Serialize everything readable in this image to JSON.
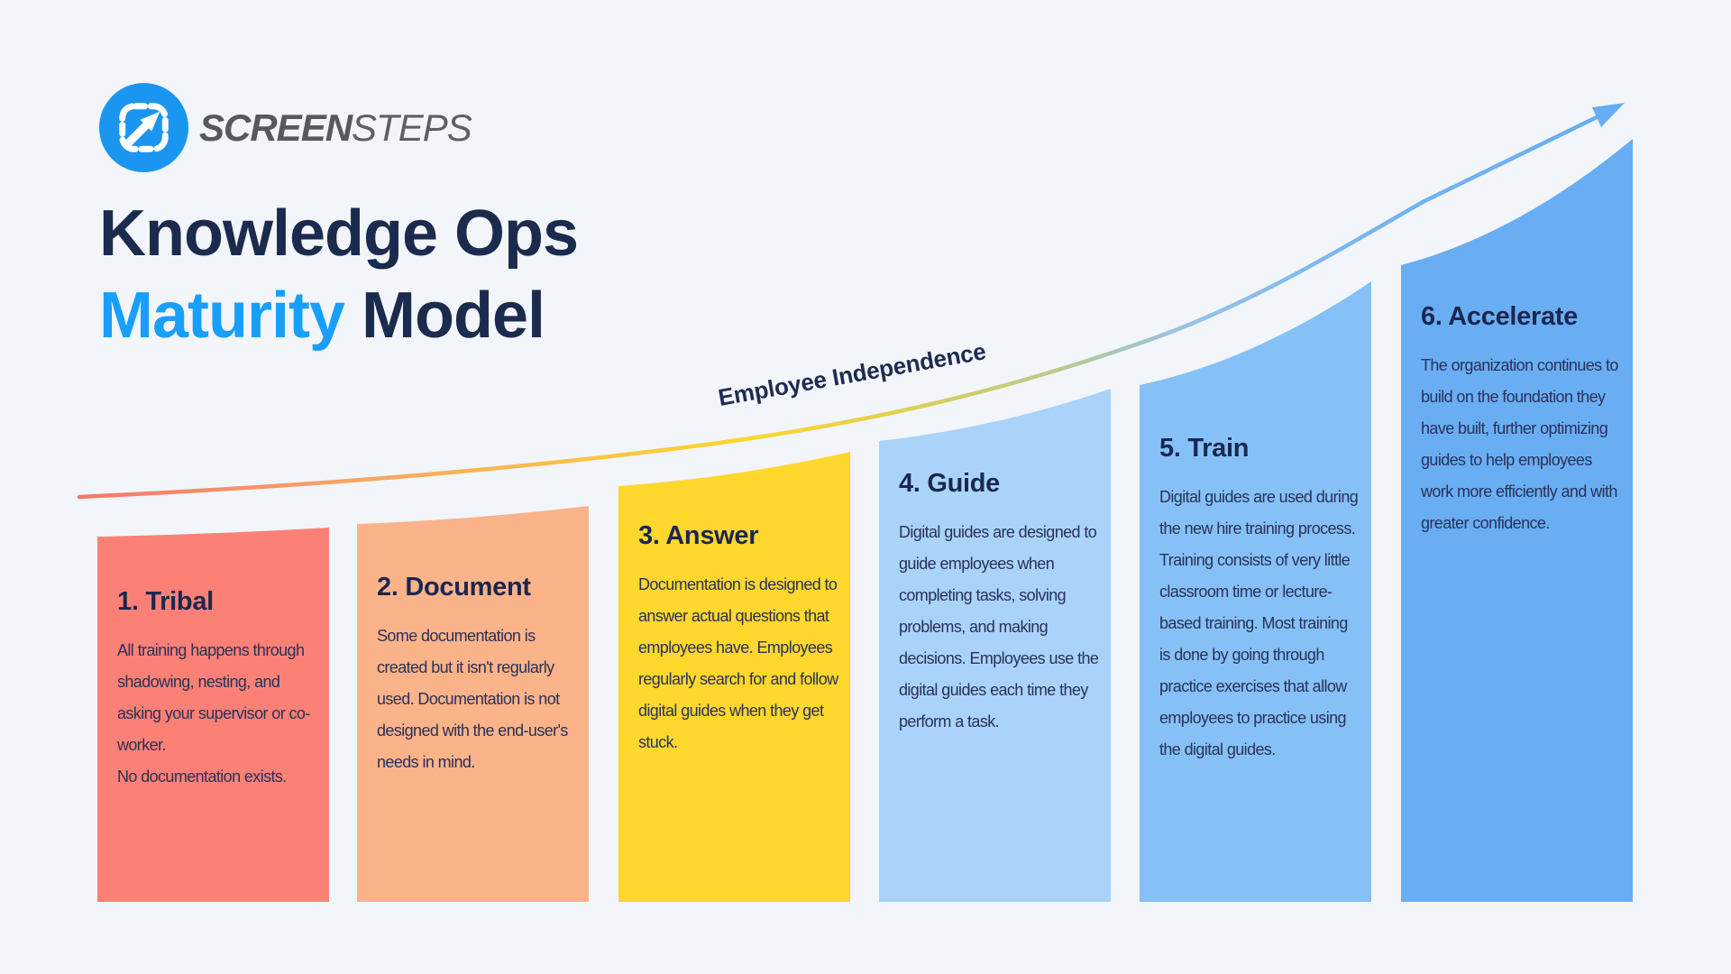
{
  "brand": {
    "name_bold": "SCREEN",
    "name_light": "STEPS"
  },
  "title": {
    "line1": "Knowledge Ops",
    "line2_highlight": "Maturity",
    "line2_rest": " Model"
  },
  "curve_label": "Employee Independence",
  "stages": [
    {
      "title": "1. Tribal",
      "body": "All training happens through shadowing, nesting, and asking your supervisor or co-worker.\nNo documentation exists.",
      "color": "#FB8177"
    },
    {
      "title": "2. Document",
      "body": "Some documentation is created but it isn't regularly used. Documentation is not designed with the end-user's needs in mind.",
      "color": "#FBB38A"
    },
    {
      "title": "3. Answer",
      "body": "Documentation is designed to answer actual questions that employees have. Employees regularly search for and follow digital guides when they get stuck.",
      "color": "#FFD72D"
    },
    {
      "title": "4. Guide",
      "body": "Digital guides are designed to guide employees when completing tasks, solving problems, and making decisions. Employees use the digital guides each time they perform a task.",
      "color": "#A9D3F9"
    },
    {
      "title": "5. Train",
      "body": "Digital guides are used during the new hire training process. Training consists of very little classroom time or lecture-based training. Most training is done by going through practice exercises that allow employees to practice using the digital guides.",
      "color": "#85C1F7"
    },
    {
      "title": "6. Accelerate",
      "body": "The organization continues to build on the foundation they have built, further optimizing guides to help employees work more efficiently and with greater confidence.",
      "color": "#69AEF3"
    }
  ],
  "colors": {
    "background": "#F2F5F9",
    "title_navy": "#1B2B4E",
    "title_blue": "#189FFB",
    "body_text": "#2B3158",
    "logo_blue": "#1B96F0",
    "brand_gray": "#58595C",
    "arrow_blue": "#67ADF3",
    "curve_stops": [
      "#F4786F",
      "#F7A069",
      "#FABD4B",
      "#FFD52E",
      "#E3D14B",
      "#BFCC85",
      "#96C2E5",
      "#74B3F2",
      "#67ADF3"
    ]
  }
}
